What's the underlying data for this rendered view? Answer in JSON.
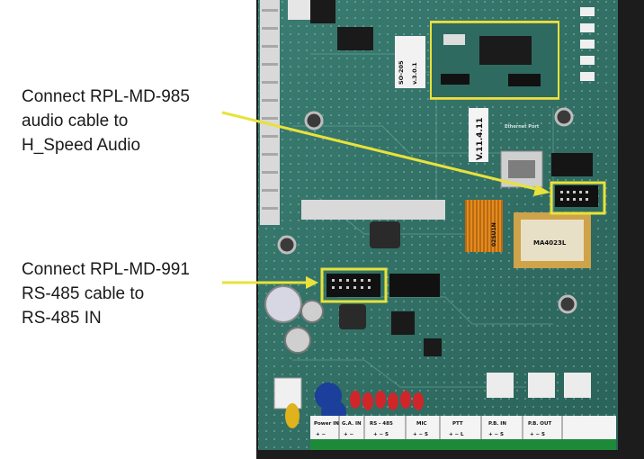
{
  "callouts": [
    {
      "lines": [
        "Connect RPL-MD-985",
        "audio cable to",
        "H_Speed Audio"
      ]
    },
    {
      "lines": [
        "Connect RPL-MD-991",
        "RS-485 cable to",
        "RS-485 IN"
      ]
    }
  ],
  "board_text": {
    "module_label": "SO-205",
    "module_version": "v.3.0.1",
    "board_version": "V.11.4.11",
    "ethernet_label": "Ethernet Port",
    "transformer_label": "MA4023L",
    "sticker_text": "02SU1N",
    "terminal_labels": [
      "Power IN",
      "G.A. IN",
      "RS - 485",
      "MIC",
      "PTT",
      "P.B. IN",
      "P.B. OUT"
    ],
    "terminal_signs": [
      "+ −",
      "+ −",
      "+ − S",
      "+ − S",
      "+ − L",
      "+ − S",
      "+ − S"
    ]
  },
  "colors": {
    "highlight": "#e8e23a",
    "pcb": "#2f6f64",
    "text": "#1a1a1a"
  }
}
